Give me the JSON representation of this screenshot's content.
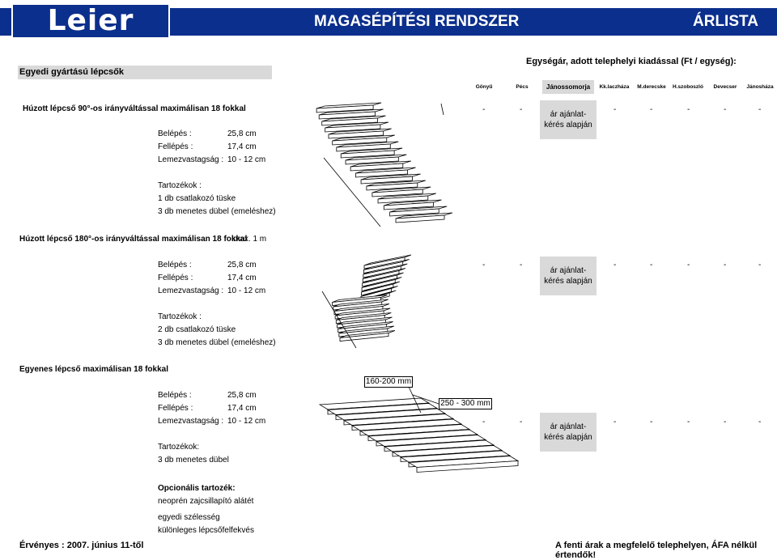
{
  "header": {
    "logo": "Leier",
    "title": "MAGASÉPÍTÉSI RENDSZER",
    "right_title": "ÁRLISTA",
    "bg_color": "#0b2f8c"
  },
  "category_title": "Egyedi gyártású lépcsők",
  "unit_title": "Egységár, adott telephelyi kiadással (Ft / egység):",
  "locations": [
    "Gönyű",
    "Pécs",
    "Jánossomorja",
    "Kk.laczháza",
    "M.derecske",
    "H.szoboszló",
    "Devecser",
    "Jánosháza"
  ],
  "highlight_location": "Jánossomorja",
  "products": [
    {
      "title": "Húzott lépcső 90°-os irányváltással maximálisan 18 fokkal",
      "extra": "",
      "specs": [
        {
          "label": "Belépés :",
          "value": "25,8 cm"
        },
        {
          "label": "Fellépés :",
          "value": "17,4 cm"
        },
        {
          "label": "Lemezvastagság :",
          "value": "10 - 12 cm"
        }
      ],
      "acc_title": "Tartozékok :",
      "accessories": [
        "1 db csatlakozó tüske",
        "3 db menetes dübel (emeléshez)"
      ],
      "price": [
        "ár ajánlat-",
        "kérés alapján"
      ],
      "dash": "-"
    },
    {
      "title": "Húzott lépcső 180°-os irányváltással maximálisan 18 fokkal",
      "extra": "max. 1 m",
      "specs": [
        {
          "label": "Belépés :",
          "value": "25,8 cm"
        },
        {
          "label": "Fellépés :",
          "value": "17,4 cm"
        },
        {
          "label": "Lemezvastagság :",
          "value": "10 - 12 cm"
        }
      ],
      "acc_title": "Tartozékok :",
      "accessories": [
        "2 db csatlakozó tüske",
        "3 db menetes dübel (emeléshez)"
      ],
      "price": [
        "ár ajánlat-",
        "kérés alapján"
      ],
      "dash": "-"
    },
    {
      "title": "Egyenes lépcső maximálisan 18 fokkal",
      "extra": "",
      "specs": [
        {
          "label": "Belépés :",
          "value": "25,8 cm"
        },
        {
          "label": "Fellépés :",
          "value": "17,4 cm"
        },
        {
          "label": "Lemezvastagság :",
          "value": "10 - 12 cm"
        }
      ],
      "acc_title": "Tartozékok:",
      "accessories": [
        "3 db menetes dübel"
      ],
      "opt_title": "Opcionális tartozék:",
      "optional": [
        "neoprén zajcsillapító alátét",
        "egyedi szélesség",
        "különleges lépcsőfelfekvés"
      ],
      "dims": [
        "160-200 mm",
        "250 - 300 mm"
      ],
      "price": [
        "ár ajánlat-",
        "kérés alapján"
      ],
      "dash": "-"
    }
  ],
  "footer": {
    "valid": "Érvényes : 2007. június 11-től",
    "note": "A fenti árak a megfelelő telephelyen, ÁFA nélkül értendők!"
  }
}
